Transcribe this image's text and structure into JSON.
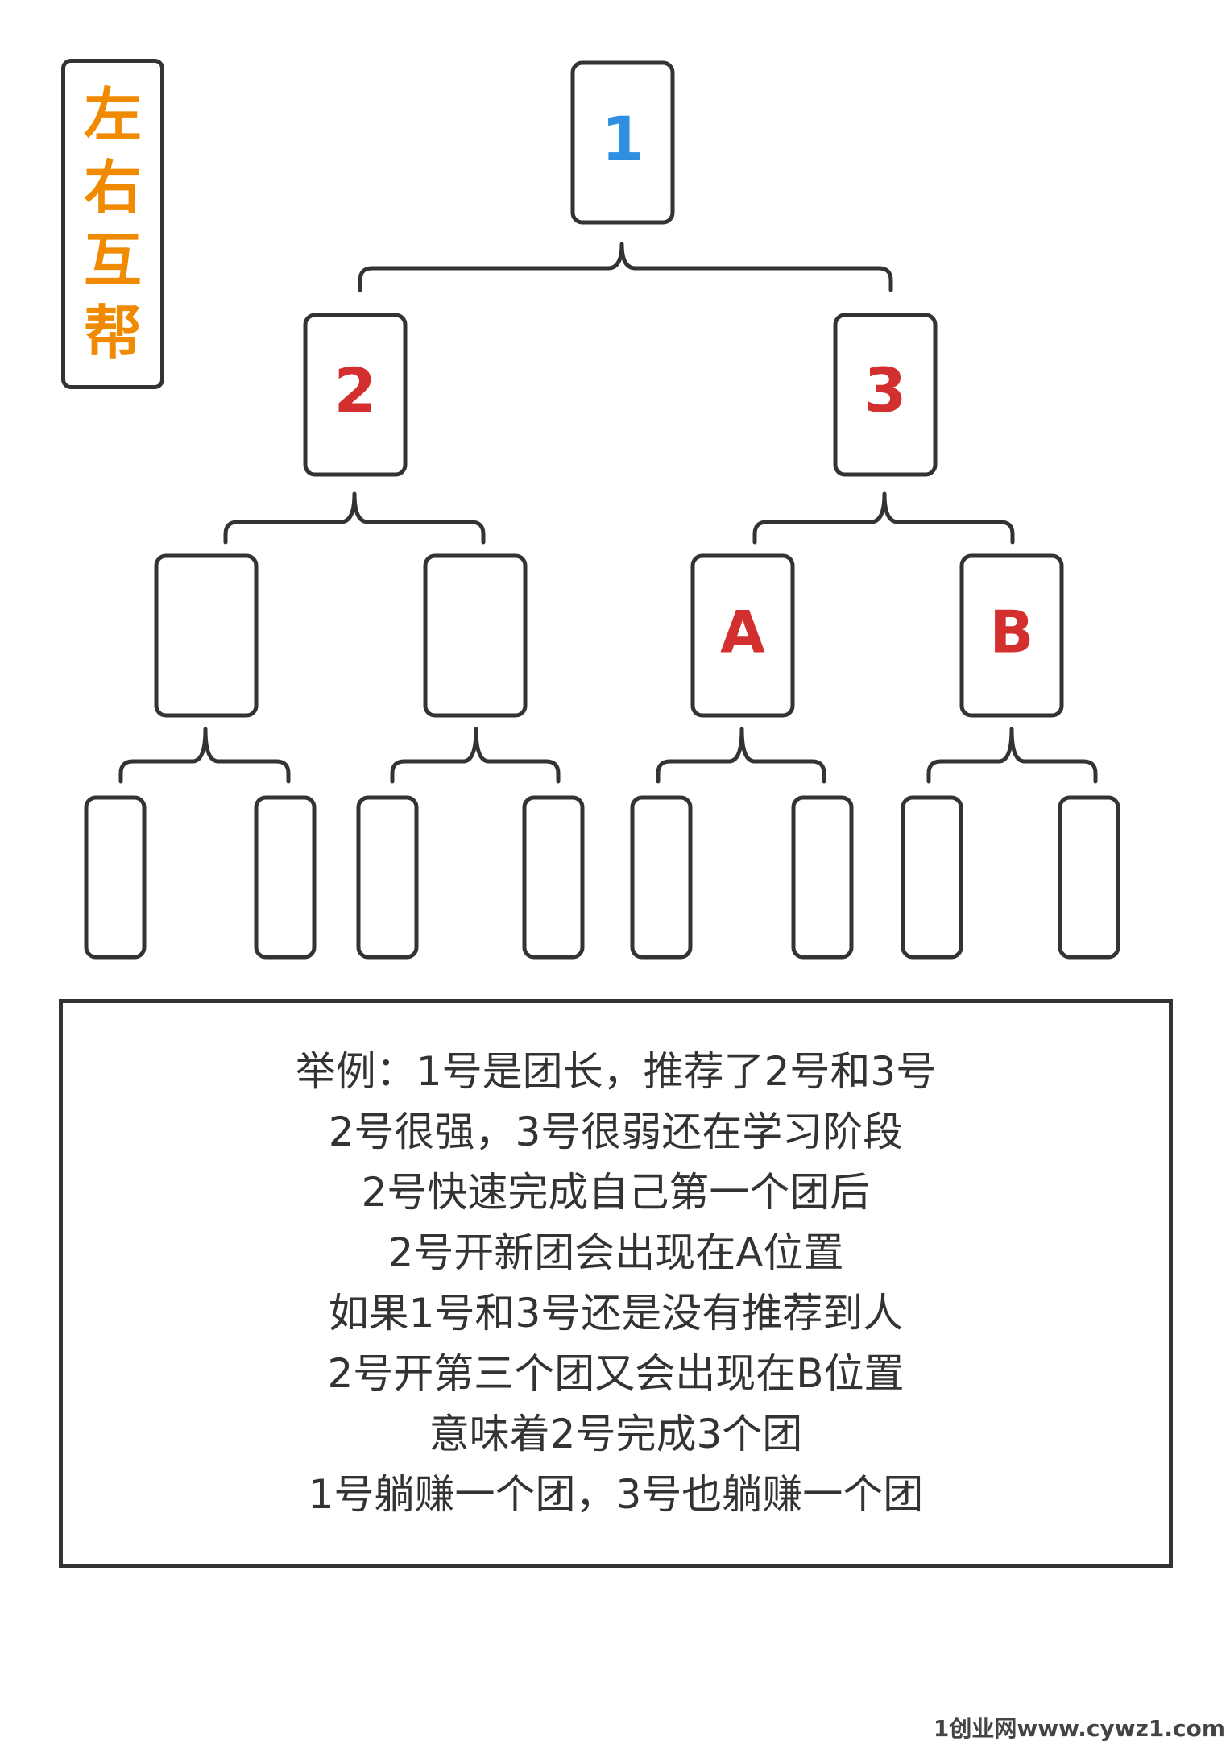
{
  "title": {
    "chars": [
      "左",
      "右",
      "互",
      "帮"
    ],
    "color": "#f08a00"
  },
  "nodes": {
    "root": "1",
    "left": "2",
    "right": "3",
    "pos_a": "A",
    "pos_b": "B"
  },
  "node_colors": {
    "root": "#2f8fe0",
    "others": "#d32f2f"
  },
  "example_lines": [
    "举例：1号是团长，推荐了2号和3号",
    "2号很强，3号很弱还在学习阶段",
    "2号快速完成自己第一个团后",
    "2号开新团会出现在A位置",
    "如果1号和3号还是没有推荐到人",
    "2号开第三个团又会出现在B位置",
    "意味着2号完成3个团",
    "1号躺赚一个团，3号也躺赚一个团"
  ],
  "footer": "1创业网www.cywz1.com"
}
